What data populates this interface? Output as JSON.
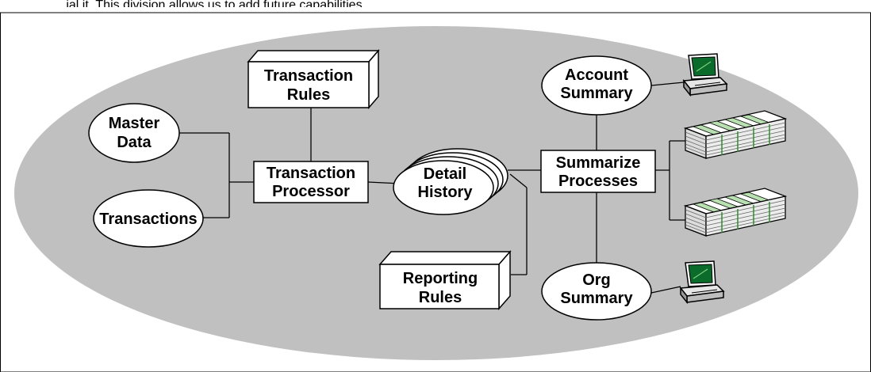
{
  "header": {
    "cut_text": "...ial it. This division allows us to add future capabilities"
  },
  "colors": {
    "background_ellipse": "#c0c0c0",
    "node_fill": "#ffffff",
    "stroke": "#000000",
    "screen": "#0a6b2a",
    "report_stripe": "#b9e0b0"
  },
  "nodes": {
    "master_data": {
      "line1": "Master",
      "line2": "Data"
    },
    "transactions": {
      "line1": "Transactions"
    },
    "transaction_rules": {
      "line1": "Transaction",
      "line2": "Rules"
    },
    "transaction_processor": {
      "line1": "Transaction",
      "line2": "Processor"
    },
    "detail_history": {
      "line1": "Detail",
      "line2": "History"
    },
    "reporting_rules": {
      "line1": "Reporting",
      "line2": "Rules"
    },
    "summarize_processes": {
      "line1": "Summarize",
      "line2": "Processes"
    },
    "account_summary": {
      "line1": "Account",
      "line2": "Summary"
    },
    "org_summary": {
      "line1": "Org",
      "line2": "Summary"
    }
  },
  "icons": [
    "computer-terminal-icon",
    "report-stack-icon",
    "report-stack-icon",
    "computer-terminal-icon"
  ]
}
